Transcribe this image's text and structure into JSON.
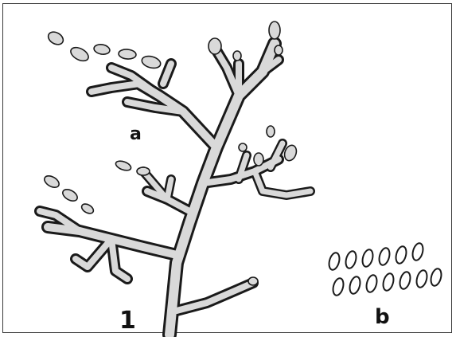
{
  "figure": {
    "labels": {
      "a": "a",
      "fig_number": "1",
      "b": "b"
    },
    "colors": {
      "fill": "#d9d9d9",
      "stroke": "#1a1a1a",
      "background": "#ffffff"
    }
  }
}
